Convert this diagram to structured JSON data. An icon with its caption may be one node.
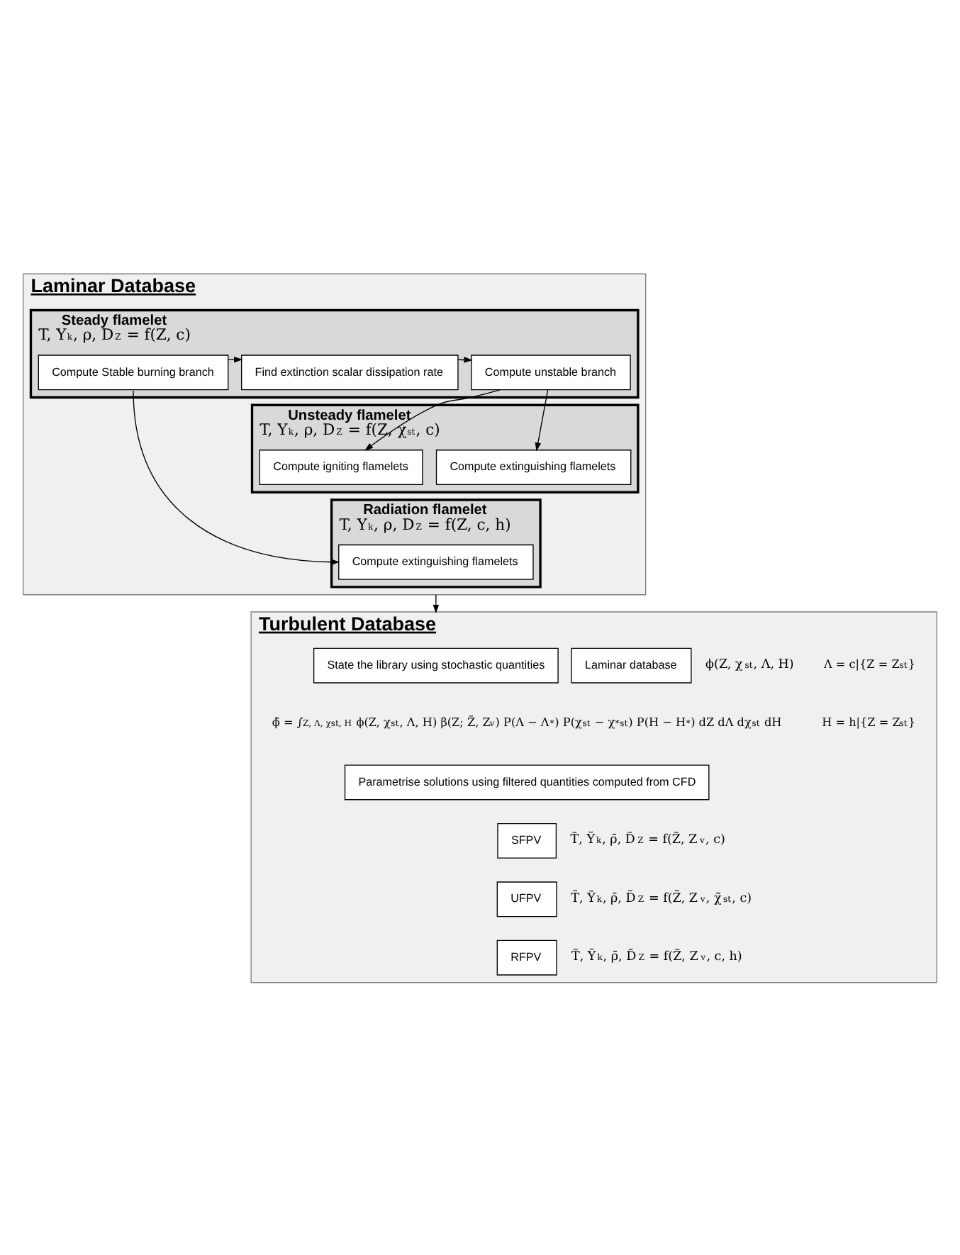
{
  "diagram": {
    "nodes": [
      {
        "text": [
          "Laminar Database"
        ]
      },
      {
        "text": [
          "Steady flamelet",
          "T, Y$_{k}$, ρ, D$_{Z}$ = f(Z, c)"
        ],
        "in": 0
      },
      {
        "text": [
          "Compute Stable burning branch"
        ],
        "in": 1
      },
      {
        "text": [
          "Find extinction scalar dissipation rate"
        ],
        "in": 1
      },
      {
        "text": [
          "Compute unstable branch"
        ],
        "in": 1
      },
      {
        "text": [
          "Unsteady flamelet",
          "T, Y$_{k}$, ρ, D$_{Z}$ = f(Z, χ$_{st}$, c)"
        ],
        "in": 0
      },
      {
        "text": [
          "Compute igniting flamelets"
        ],
        "in": 5
      },
      {
        "text": [
          "Compute extinguishing flamelets"
        ],
        "in": 5
      },
      {
        "text": [
          "Radiation flamelet",
          "T, Y$_{k}$, ρ, D$_{Z}$ = f(Z, c, h)"
        ],
        "in": 0
      },
      {
        "text": [
          "Compute extinguishing flamelets"
        ],
        "in": 8
      },
      {
        "text": [
          "Turbulent Database"
        ]
      },
      {
        "text": [
          "State the library using stochastic quantities"
        ],
        "in": 10
      },
      {
        "text": [
          "Laminar database"
        ],
        "in": 10,
        "beside": [
          "ϕ(Z, χ$_{st}$, Λ, H)"
        ]
      },
      {
        "text": [
          "Parametrise solutions using filtered quantities computed from CFD"
        ],
        "in": 10
      },
      {
        "text": [
          "SFPV"
        ],
        "in": 10,
        "beside": [
          "T̃, Ỹ$_{k}$, ρ̄, D̃$_{Z}$ = f(Z̃, Z$_{v}$, c)"
        ]
      },
      {
        "text": [
          "UFPV"
        ],
        "in": 10,
        "beside": [
          "T̃, Ỹ$_{k}$, ρ̄, D̃$_{Z}$ = f(Z̃, Z$_{v}$, χ̃$_{st}$, c)"
        ]
      },
      {
        "text": [
          "RFPV"
        ],
        "in": 10,
        "beside": [
          "T̃, Ỹ$_{k}$, ρ̄, D̃$_{Z}$ = f(Z̃, Z$_{v}$, c, h)"
        ]
      }
    ],
    "edges": [
      {
        "from": 2,
        "to": 3,
        "arrow": "to"
      },
      {
        "from": 3,
        "to": 4,
        "arrow": "to"
      },
      {
        "from": 4,
        "to": 6,
        "arrow": "to"
      },
      {
        "from": 4,
        "to": 7,
        "arrow": "to"
      },
      {
        "from": 2,
        "to": 9,
        "arrow": "to"
      },
      {
        "from": 0,
        "to": 10,
        "arrow": "to"
      }
    ],
    "labels": [
      "Λ = c|{Z = Z$_{st}$}",
      "H = h|{Z = Z$_{st}$}",
      "ϕ̃ = ∫$_{Z, Λ, χst, H}$ ϕ(Z, χ$_{st}$, Λ, H) β(Z; Z̃, Z$_{v}$) P(Λ − Λ$^{*}$) P(χ$_{st}$ − χ$^{*}$$_{st}$) P(H − H$^{*}$) dZ dΛ dχ$_{st}$ dH"
    ]
  }
}
